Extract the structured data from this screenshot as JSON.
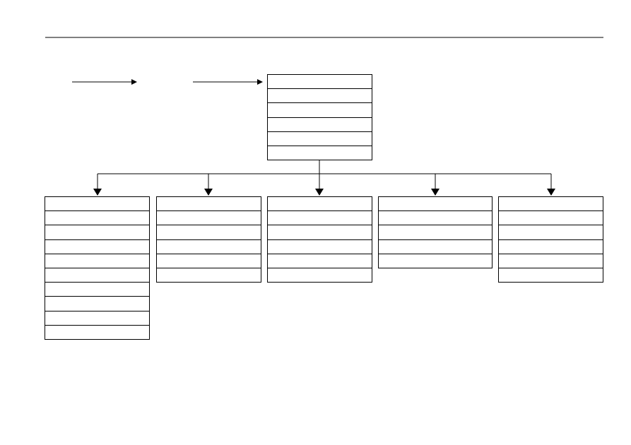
{
  "diagram": {
    "header_rule": true,
    "lead_arrows": [
      {
        "name": "lead-arrow-1",
        "label": ""
      },
      {
        "name": "lead-arrow-2",
        "label": ""
      }
    ],
    "root_table": {
      "name": "root-table",
      "rows": [
        "",
        "",
        "",
        "",
        "",
        ""
      ]
    },
    "child_tables": [
      {
        "name": "child-table-1",
        "rows": [
          "",
          "",
          "",
          "",
          "",
          "",
          "",
          "",
          "",
          ""
        ]
      },
      {
        "name": "child-table-2",
        "rows": [
          "",
          "",
          "",
          "",
          "",
          ""
        ]
      },
      {
        "name": "child-table-3",
        "rows": [
          "",
          "",
          "",
          "",
          "",
          ""
        ]
      },
      {
        "name": "child-table-4",
        "rows": [
          "",
          "",
          "",
          "",
          ""
        ]
      },
      {
        "name": "child-table-5",
        "rows": [
          "",
          "",
          "",
          "",
          "",
          ""
        ]
      }
    ],
    "line_color": "#000000",
    "background": "#ffffff"
  }
}
